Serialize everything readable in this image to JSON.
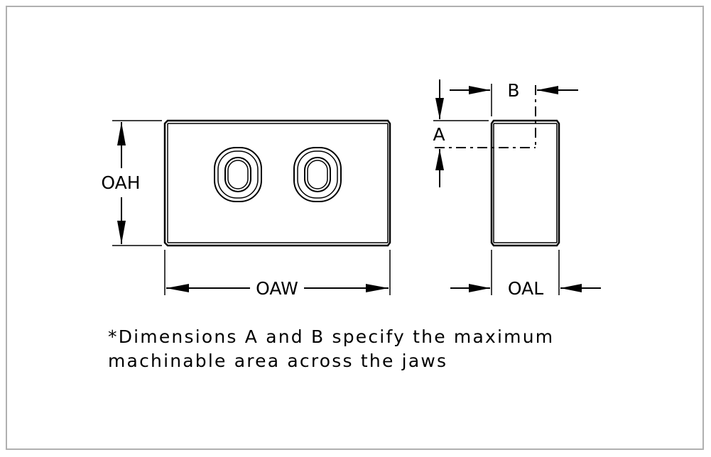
{
  "labels": {
    "oah": "OAH",
    "oaw": "OAW",
    "oal": "OAL",
    "a": "A",
    "b": "B"
  },
  "note": {
    "line1": "*Dimensions A and B specify the maximum",
    "line2": "machinable area across the jaws"
  }
}
